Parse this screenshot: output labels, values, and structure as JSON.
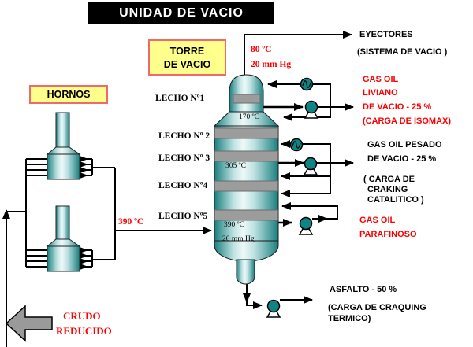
{
  "title": "UNIDAD DE VACIO",
  "torre_box": {
    "line1": "TORRE",
    "line2": "DE VACIO"
  },
  "hornos_label": "HORNOS",
  "overhead": {
    "temp": "80 ºC",
    "pressure": "20 mm Hg"
  },
  "beds": [
    "LECHO Nº1",
    "LECHO Nº 2",
    "LECHO Nº 3",
    "LECHO Nº4",
    "LECHO Nº5"
  ],
  "tower_internal": {
    "temp_top": "170 ºC",
    "temp_mid": "305 ºC",
    "temp_bottom": "390 ºC",
    "pressure_bottom": "20 mm Hg"
  },
  "furnace_outlet_temp": "390 ºC",
  "streams": {
    "eyectores": {
      "line1": "EYECTORES",
      "line2": "(SISTEMA DE VACIO )"
    },
    "gas_oil_liviano": {
      "line1": "GAS OIL",
      "line2": "LIVIANO",
      "line3": "DE VACIO - 25 %",
      "line4": "(CARGA DE ISOMAX)"
    },
    "gas_oil_pesado": {
      "line1": "GAS OIL PESADO",
      "line2": "DE VACIO - 25 %",
      "line3": "( CARGA DE",
      "line4": "CRAKING",
      "line5": "CATALITICO )"
    },
    "gas_oil_parafinoso": {
      "line1": "GAS OIL",
      "line2": "PARAFINOSO"
    },
    "asfalto": {
      "line1": "ASFALTO - 50 %",
      "line2": "(CARGA DE CRAQUING",
      "line3": "TERMICO)"
    },
    "crudo_reducido": {
      "line1": "CRUDO",
      "line2": "REDUCIDO"
    }
  },
  "colors": {
    "red_text": "#ff0000",
    "yellow_box": "#ffff8c",
    "box_border_red": "#ef6a6a",
    "title_bg": "#000000",
    "title_text": "#ffffff",
    "vessel_teal": "#1a7f7f",
    "bed_gray": "#9c9c9c",
    "pump_teal": "#0e8484",
    "crude_arrow_gray": "#9a9a9a"
  }
}
